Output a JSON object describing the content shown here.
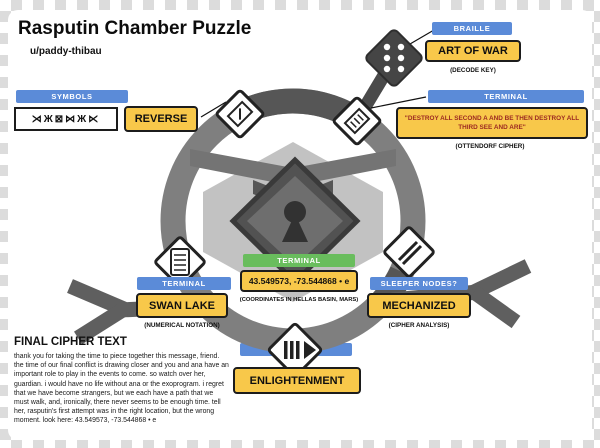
{
  "title": "Rasputin Chamber Puzzle",
  "subtitle": "u/paddy-thibau",
  "callouts": {
    "braille": {
      "header": "BRAILLE",
      "value": "ART OF WAR",
      "caption": "(DECODE KEY)"
    },
    "symbols": {
      "header": "SYMBOLS",
      "glyphs": "⋊Ж⊠⋈Ж⋉",
      "value": "REVERSE"
    },
    "terminal_ottendorf": {
      "header": "TERMINAL",
      "value": "\"DESTROY ALL SECOND A AND BE THEN DESTROY ALL THIRD SEE AND ARE\"",
      "caption": "(OTTENDORF CIPHER)"
    },
    "terminal_coordinates": {
      "header": "TERMINAL",
      "value": "43.549573, -73.544868 • e",
      "caption": "(COORDINATES IN HELLAS BASIN, MARS)"
    },
    "terminal_swan": {
      "header": "TERMINAL",
      "value": "SWAN LAKE",
      "caption": "(NUMERICAL NOTATION)"
    },
    "sleeper_nodes": {
      "header": "SLEEPER NODES?",
      "value": "MECHANIZED",
      "caption": "(CIPHER ANALYSIS)"
    },
    "enlightenment": {
      "header": "",
      "value": "ENLIGHTENMENT"
    }
  },
  "final_cipher": {
    "heading": "FINAL CIPHER TEXT",
    "text": "thank you for taking the time to piece together this message, friend. the time of our final conflict is drawing closer and you and ana have an important role to play in the events to come. so watch over her, guardian. i would have no life without ana or the exoprogram. i regret that we have become strangers, but we each have a path that we must walk, and, ironically, there never seems to be enough time. tell her, rasputin's first attempt was in the right location, but the wrong moment. look here: 43.549573, -73.544868 • e"
  },
  "colors": {
    "accent_blue": "#5b8bd8",
    "accent_green": "#69bd5d",
    "accent_yellow": "#f8c84a",
    "quote_red": "#9c2a21"
  }
}
